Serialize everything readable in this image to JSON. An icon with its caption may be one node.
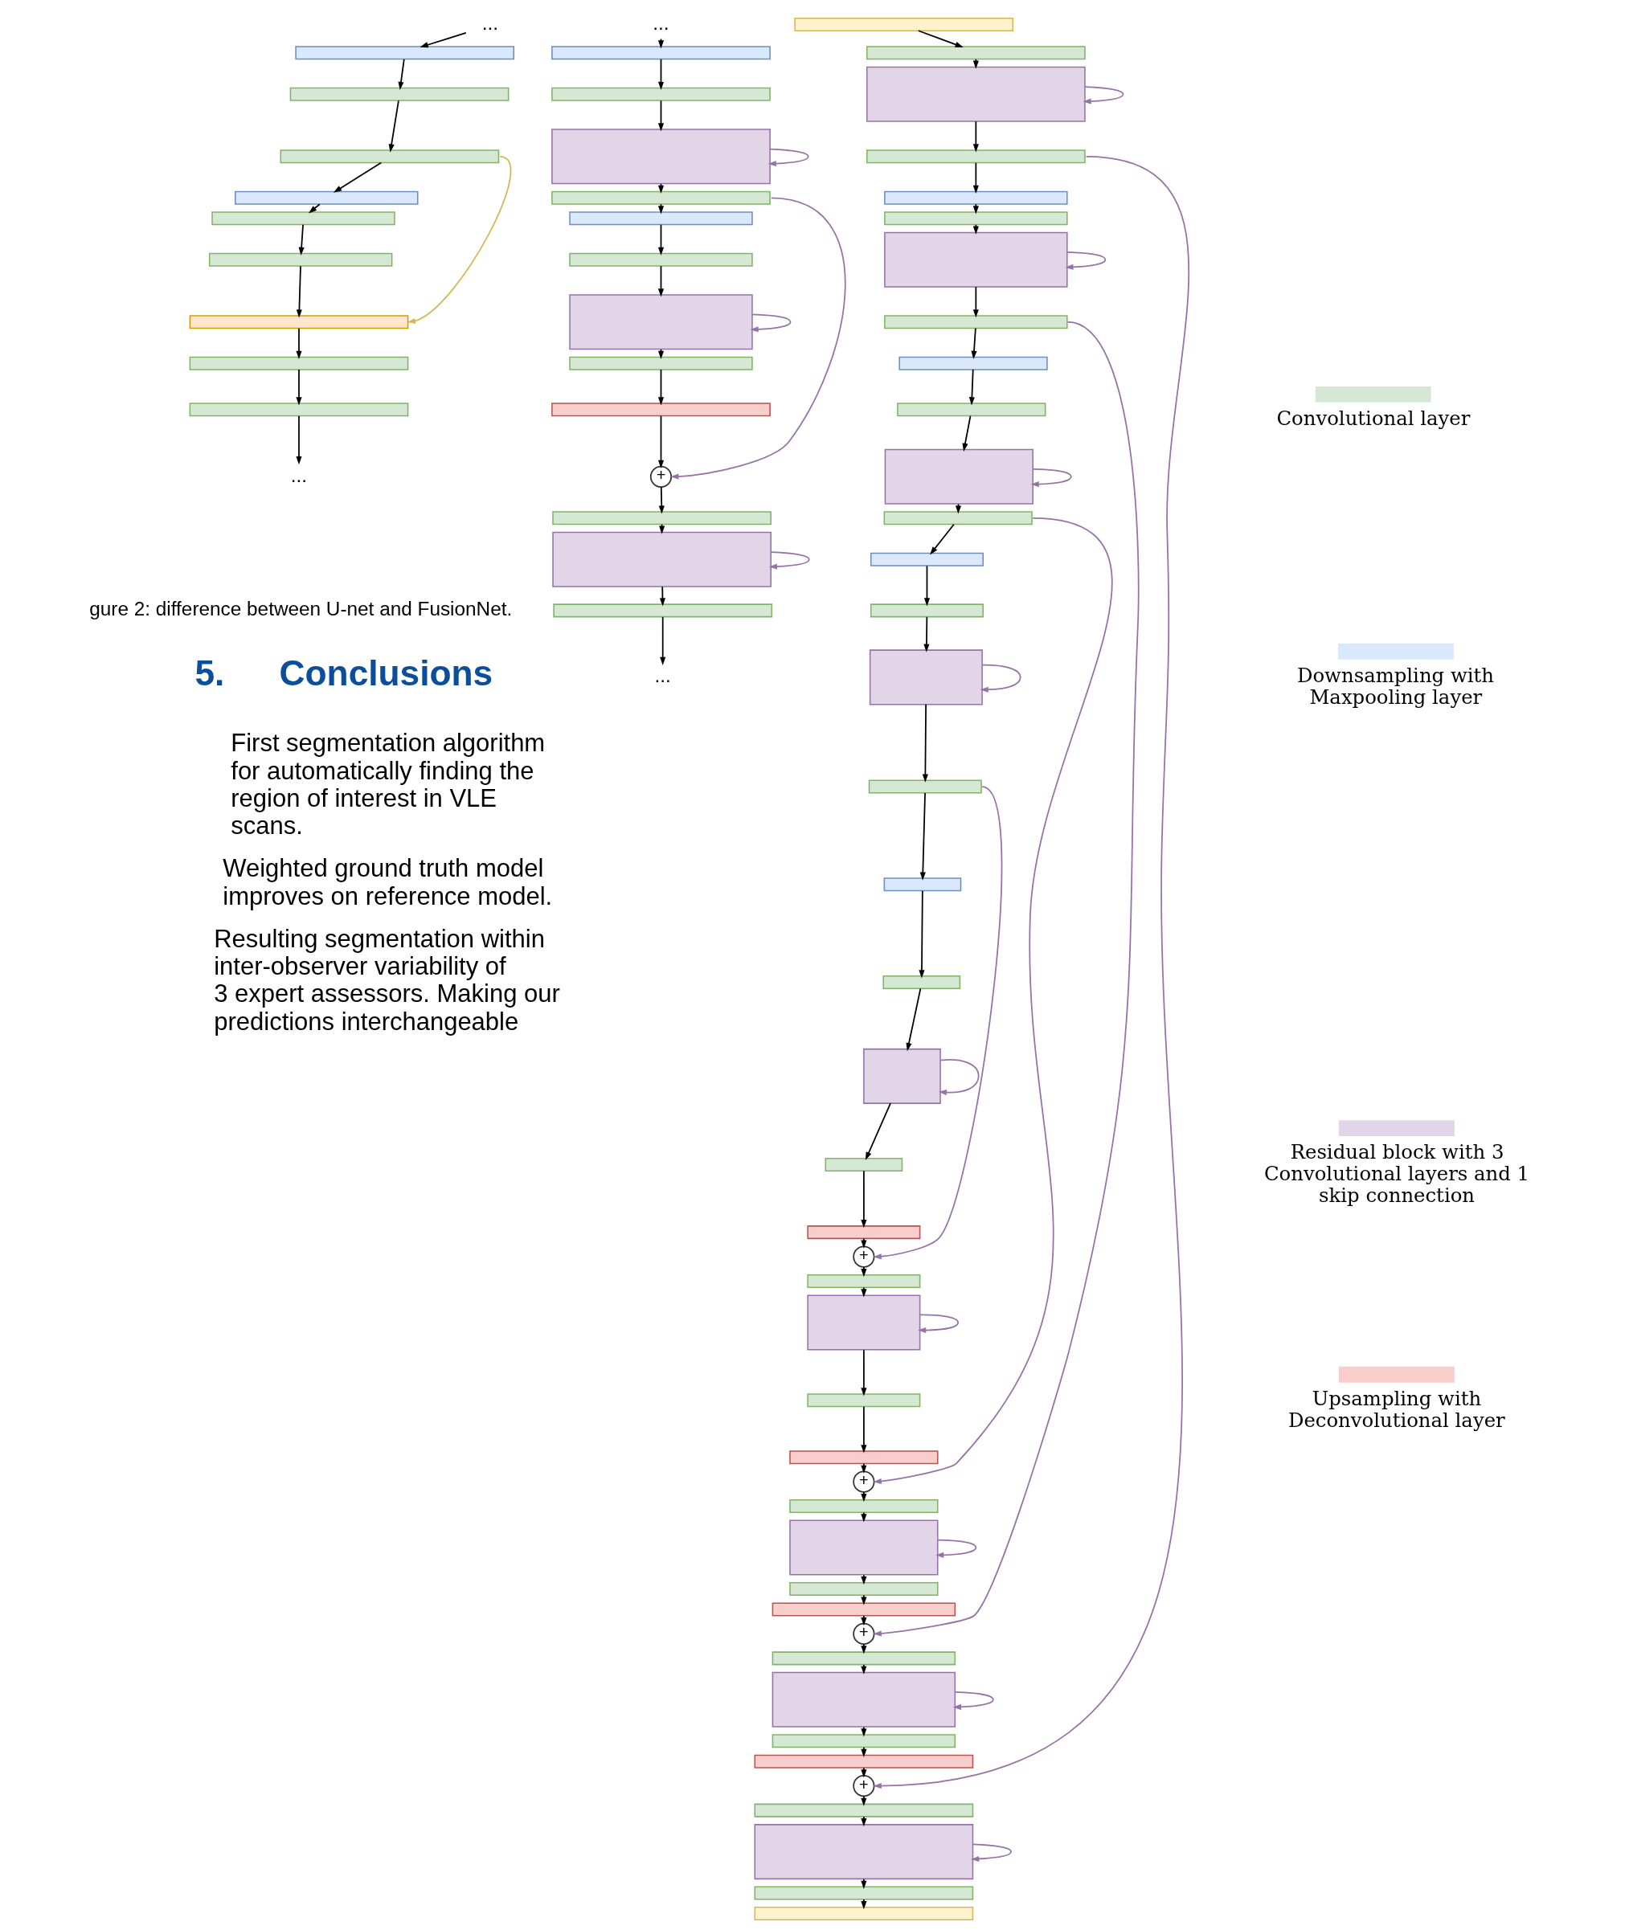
{
  "diagram": {
    "nodes": [
      {
        "text": [
          "..."
        ]
      },
      {
        "text": [],
        "shape": "bar"
      },
      {
        "text": [],
        "shape": "bar"
      },
      {
        "text": [],
        "shape": "bar"
      },
      {
        "text": [],
        "shape": "bar"
      },
      {
        "text": [],
        "shape": "bar"
      },
      {
        "text": [],
        "shape": "bar"
      },
      {
        "text": [],
        "shape": "bar"
      },
      {
        "text": [],
        "shape": "bar"
      },
      {
        "text": [],
        "shape": "bar"
      },
      {
        "text": [
          "..."
        ]
      },
      {
        "text": [
          "..."
        ]
      },
      {
        "text": [],
        "shape": "bar"
      },
      {
        "text": [],
        "shape": "bar"
      },
      {
        "text": [],
        "shape": "box"
      },
      {
        "text": [],
        "shape": "bar"
      },
      {
        "text": [],
        "shape": "bar"
      },
      {
        "text": [],
        "shape": "bar"
      },
      {
        "text": [],
        "shape": "box"
      },
      {
        "text": [],
        "shape": "bar"
      },
      {
        "text": [],
        "shape": "bar"
      },
      {
        "text": [
          "+"
        ]
      },
      {
        "text": [],
        "shape": "bar"
      },
      {
        "text": [],
        "shape": "box"
      },
      {
        "text": [],
        "shape": "bar"
      },
      {
        "text": [
          "..."
        ]
      },
      {
        "text": [],
        "shape": "bar"
      },
      {
        "text": [],
        "shape": "bar"
      },
      {
        "text": [],
        "shape": "box"
      },
      {
        "text": [],
        "shape": "bar"
      },
      {
        "text": [],
        "shape": "bar"
      },
      {
        "text": [],
        "shape": "bar"
      },
      {
        "text": [],
        "shape": "box"
      },
      {
        "text": [],
        "shape": "bar"
      },
      {
        "text": [],
        "shape": "bar"
      },
      {
        "text": [],
        "shape": "bar"
      },
      {
        "text": [],
        "shape": "box"
      },
      {
        "text": [],
        "shape": "bar"
      },
      {
        "text": [],
        "shape": "bar"
      },
      {
        "text": [],
        "shape": "bar"
      },
      {
        "text": [],
        "shape": "box"
      },
      {
        "text": [],
        "shape": "bar"
      },
      {
        "text": [],
        "shape": "bar"
      },
      {
        "text": [],
        "shape": "bar"
      },
      {
        "text": [],
        "shape": "box"
      },
      {
        "text": [],
        "shape": "bar"
      },
      {
        "text": [],
        "shape": "bar"
      },
      {
        "text": [
          "+"
        ]
      },
      {
        "text": [],
        "shape": "bar"
      },
      {
        "text": [],
        "shape": "box"
      },
      {
        "text": [],
        "shape": "bar"
      },
      {
        "text": [],
        "shape": "bar"
      },
      {
        "text": [
          "+"
        ]
      },
      {
        "text": [],
        "shape": "bar"
      },
      {
        "text": [],
        "shape": "box"
      },
      {
        "text": [],
        "shape": "bar"
      },
      {
        "text": [],
        "shape": "bar"
      },
      {
        "text": [
          "+"
        ]
      },
      {
        "text": [],
        "shape": "bar"
      },
      {
        "text": [],
        "shape": "box"
      },
      {
        "text": [],
        "shape": "bar"
      },
      {
        "text": [],
        "shape": "bar"
      },
      {
        "text": [
          "+"
        ]
      },
      {
        "text": [],
        "shape": "bar"
      },
      {
        "text": [],
        "shape": "box"
      },
      {
        "text": [],
        "shape": "bar"
      },
      {
        "text": [],
        "shape": "bar"
      }
    ],
    "edges": [
      {
        "from": 0,
        "to": 1,
        "arrow": "to"
      },
      {
        "from": 1,
        "to": 2,
        "arrow": "to"
      },
      {
        "from": 2,
        "to": 3,
        "arrow": "to"
      },
      {
        "from": 3,
        "to": 4,
        "arrow": "to"
      },
      {
        "from": 4,
        "to": 5,
        "arrow": "to"
      },
      {
        "from": 5,
        "to": 6,
        "arrow": "to"
      },
      {
        "from": 6,
        "to": 7,
        "arrow": "to"
      },
      {
        "from": 7,
        "to": 8,
        "arrow": "to"
      },
      {
        "from": 8,
        "to": 9,
        "arrow": "to"
      },
      {
        "from": 9,
        "to": 10,
        "arrow": "to"
      },
      {
        "from": 3,
        "to": 7,
        "arrow": "to",
        "color": "#d6b656"
      },
      {
        "from": 11,
        "to": 12,
        "arrow": "to"
      },
      {
        "from": 12,
        "to": 13,
        "arrow": "to"
      },
      {
        "from": 13,
        "to": 14,
        "arrow": "to"
      },
      {
        "from": 14,
        "to": 14,
        "arrow": "to",
        "color": "#9673a6"
      },
      {
        "from": 14,
        "to": 15,
        "arrow": "to"
      },
      {
        "from": 15,
        "to": 16,
        "arrow": "to"
      },
      {
        "from": 16,
        "to": 17,
        "arrow": "to"
      },
      {
        "from": 17,
        "to": 18,
        "arrow": "to"
      },
      {
        "from": 18,
        "to": 18,
        "arrow": "to",
        "color": "#9673a6"
      },
      {
        "from": 18,
        "to": 19,
        "arrow": "to"
      },
      {
        "from": 19,
        "to": 20,
        "arrow": "to"
      },
      {
        "from": 20,
        "to": 21,
        "arrow": "to"
      },
      {
        "from": 15,
        "to": 21,
        "arrow": "to",
        "color": "#9673a6"
      },
      {
        "from": 21,
        "to": 22,
        "arrow": "to"
      },
      {
        "from": 22,
        "to": 23,
        "arrow": "to"
      },
      {
        "from": 23,
        "to": 23,
        "arrow": "to",
        "color": "#9673a6"
      },
      {
        "from": 23,
        "to": 24,
        "arrow": "to"
      },
      {
        "from": 24,
        "to": 25,
        "arrow": "to"
      },
      {
        "from": 26,
        "to": 27,
        "arrow": "to"
      },
      {
        "from": 27,
        "to": 28,
        "arrow": "to"
      },
      {
        "from": 28,
        "to": 28,
        "arrow": "to",
        "color": "#9673a6"
      },
      {
        "from": 28,
        "to": 29,
        "arrow": "to"
      },
      {
        "from": 29,
        "to": 30,
        "arrow": "to"
      },
      {
        "from": 30,
        "to": 31,
        "arrow": "to"
      },
      {
        "from": 31,
        "to": 32,
        "arrow": "to"
      },
      {
        "from": 32,
        "to": 32,
        "arrow": "to",
        "color": "#9673a6"
      },
      {
        "from": 32,
        "to": 33,
        "arrow": "to"
      },
      {
        "from": 33,
        "to": 34,
        "arrow": "to"
      },
      {
        "from": 34,
        "to": 35,
        "arrow": "to"
      },
      {
        "from": 35,
        "to": 36,
        "arrow": "to"
      },
      {
        "from": 36,
        "to": 36,
        "arrow": "to",
        "color": "#9673a6"
      },
      {
        "from": 36,
        "to": 37,
        "arrow": "to"
      },
      {
        "from": 37,
        "to": 38,
        "arrow": "to"
      },
      {
        "from": 38,
        "to": 39,
        "arrow": "to"
      },
      {
        "from": 39,
        "to": 40,
        "arrow": "to"
      },
      {
        "from": 40,
        "to": 40,
        "arrow": "to",
        "color": "#9673a6"
      },
      {
        "from": 40,
        "to": 41,
        "arrow": "to"
      },
      {
        "from": 41,
        "to": 42,
        "arrow": "to"
      },
      {
        "from": 42,
        "to": 43,
        "arrow": "to"
      },
      {
        "from": 43,
        "to": 44,
        "arrow": "to"
      },
      {
        "from": 44,
        "to": 44,
        "arrow": "to",
        "color": "#9673a6"
      },
      {
        "from": 44,
        "to": 45,
        "arrow": "to"
      },
      {
        "from": 45,
        "to": 46,
        "arrow": "to"
      },
      {
        "from": 46,
        "to": 47,
        "arrow": "to"
      },
      {
        "from": 41,
        "to": 47,
        "arrow": "to",
        "color": "#9673a6"
      },
      {
        "from": 47,
        "to": 48,
        "arrow": "to"
      },
      {
        "from": 48,
        "to": 49,
        "arrow": "to"
      },
      {
        "from": 49,
        "to": 49,
        "arrow": "to",
        "color": "#9673a6"
      },
      {
        "from": 49,
        "to": 50,
        "arrow": "to"
      },
      {
        "from": 50,
        "to": 51,
        "arrow": "to"
      },
      {
        "from": 51,
        "to": 52,
        "arrow": "to"
      },
      {
        "from": 37,
        "to": 52,
        "arrow": "to",
        "color": "#9673a6"
      },
      {
        "from": 52,
        "to": 53,
        "arrow": "to"
      },
      {
        "from": 53,
        "to": 54,
        "arrow": "to"
      },
      {
        "from": 54,
        "to": 54,
        "arrow": "to",
        "color": "#9673a6"
      },
      {
        "from": 54,
        "to": 55,
        "arrow": "to"
      },
      {
        "from": 55,
        "to": 56,
        "arrow": "to"
      },
      {
        "from": 56,
        "to": 57,
        "arrow": "to"
      },
      {
        "from": 33,
        "to": 57,
        "arrow": "to",
        "color": "#9673a6"
      },
      {
        "from": 57,
        "to": 58,
        "arrow": "to"
      },
      {
        "from": 58,
        "to": 59,
        "arrow": "to"
      },
      {
        "from": 59,
        "to": 59,
        "arrow": "to",
        "color": "#9673a6"
      },
      {
        "from": 59,
        "to": 60,
        "arrow": "to"
      },
      {
        "from": 60,
        "to": 61,
        "arrow": "to"
      },
      {
        "from": 61,
        "to": 62,
        "arrow": "to"
      },
      {
        "from": 29,
        "to": 62,
        "arrow": "to",
        "color": "#9673a6"
      },
      {
        "from": 62,
        "to": 63,
        "arrow": "to"
      },
      {
        "from": 63,
        "to": 64,
        "arrow": "to"
      },
      {
        "from": 64,
        "to": 64,
        "arrow": "to",
        "color": "#9673a6"
      },
      {
        "from": 64,
        "to": 65,
        "arrow": "to"
      },
      {
        "from": 65,
        "to": 66,
        "arrow": "to"
      }
    ],
    "labels": [
      "gure 2: difference between U-net and FusionNet.",
      "5.",
      "Conclusions",
      "First segmentation algorithm for automatically finding the region of interest in VLE scans.",
      "Weighted ground truth model improves on reference model.",
      "Resulting segmentation within inter-observer variability of 3 expert assessors. Making our predictions interchangeable"
    ],
    "legend": [
      {
        "text": "Convolutional layer",
        "color": "#d5e8d4"
      },
      {
        "text": "Downsampling with Maxpooling layer",
        "color": "#dae8fc"
      },
      {
        "text": "Residual block with 3 Convolutional layers and 1 skip connection",
        "color": "#e1d5e7"
      },
      {
        "text": "Upsampling with Deconvolutional layer",
        "color": "#f8cecc"
      }
    ]
  }
}
